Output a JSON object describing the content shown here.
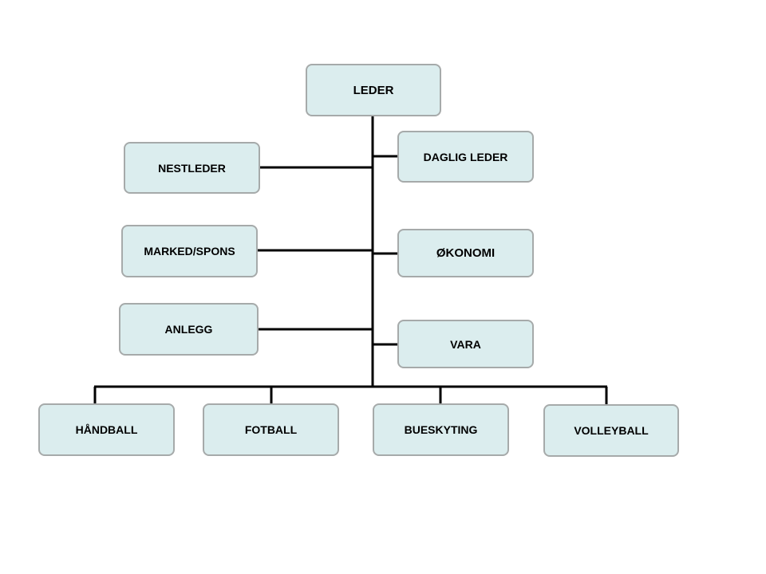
{
  "org_chart": {
    "nodes": [
      {
        "id": "leder",
        "label": "LEDER"
      },
      {
        "id": "nestleder",
        "label": "NESTLEDER"
      },
      {
        "id": "daglig_leder",
        "label": "DAGLIG LEDER"
      },
      {
        "id": "marked_spons",
        "label": "MARKED/SPONS"
      },
      {
        "id": "okonomi",
        "label": "ØKONOMI"
      },
      {
        "id": "anlegg",
        "label": "ANLEGG"
      },
      {
        "id": "vara",
        "label": "VARA"
      },
      {
        "id": "handball",
        "label": "HÅNDBALL"
      },
      {
        "id": "fotball",
        "label": "FOTBALL"
      },
      {
        "id": "bueskyting",
        "label": "BUESKYTING"
      },
      {
        "id": "volleyball",
        "label": "VOLLEYBALL"
      }
    ],
    "edges": [
      {
        "from": "leder",
        "to": "nestleder"
      },
      {
        "from": "leder",
        "to": "daglig_leder"
      },
      {
        "from": "leder",
        "to": "marked_spons"
      },
      {
        "from": "leder",
        "to": "okonomi"
      },
      {
        "from": "leder",
        "to": "anlegg"
      },
      {
        "from": "leder",
        "to": "vara"
      },
      {
        "from": "leder",
        "to": "handball"
      },
      {
        "from": "leder",
        "to": "fotball"
      },
      {
        "from": "leder",
        "to": "bueskyting"
      },
      {
        "from": "leder",
        "to": "volleyball"
      }
    ],
    "colors": {
      "box_fill": "#dbedee",
      "box_border": "#a6aaaa",
      "connector": "#000000"
    }
  }
}
